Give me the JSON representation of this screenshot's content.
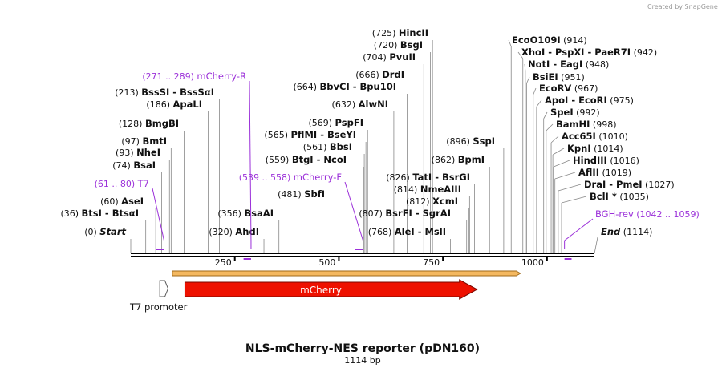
{
  "credit": "Created by SnapGene",
  "title": "NLS-mCherry-NES reporter (pDN160)",
  "subtitle": "1114 bp",
  "length": 1114,
  "ticks": [
    250,
    500,
    750,
    1000
  ],
  "start_label": {
    "pos": "(0)",
    "name": "Start"
  },
  "end_label": {
    "name": "End",
    "pos": "(1114)"
  },
  "left_sites": [
    {
      "pos": "(36)",
      "name": "BtsI",
      "name2": "BtsαI",
      "bp": 36
    },
    {
      "pos": "(60)",
      "name": "AseI",
      "bp": 60
    },
    {
      "pos": "(74)",
      "name": "BsaI",
      "bp": 74
    },
    {
      "pos": "(93)",
      "name": "NheI",
      "bp": 93
    },
    {
      "pos": "(97)",
      "name": "BmtI",
      "bp": 97
    },
    {
      "pos": "(128)",
      "name": "BmgBI",
      "bp": 128
    },
    {
      "pos": "(186)",
      "name": "ApaLI",
      "bp": 186
    },
    {
      "pos": "(213)",
      "name": "BssSI",
      "name2": "BssSαI",
      "bp": 213
    },
    {
      "pos": "(320)",
      "name": "AhdI",
      "bp": 320
    },
    {
      "pos": "(356)",
      "name": "BsaAI",
      "bp": 356
    },
    {
      "pos": "(481)",
      "name": "SbfI",
      "bp": 481
    },
    {
      "pos": "(559)",
      "name": "BtgI",
      "name2": "NcoI",
      "bp": 559
    },
    {
      "pos": "(561)",
      "name": "BbsI",
      "bp": 561
    },
    {
      "pos": "(565)",
      "name": "PflMI",
      "name2": "BseYI",
      "bp": 565
    },
    {
      "pos": "(569)",
      "name": "PspFI",
      "bp": 569
    },
    {
      "pos": "(632)",
      "name": "AlwNI",
      "bp": 632
    },
    {
      "pos": "(664)",
      "name": "BbvCI",
      "name2": "Bpu10I",
      "bp": 664
    },
    {
      "pos": "(666)",
      "name": "DrdI",
      "bp": 666
    },
    {
      "pos": "(704)",
      "name": "PvuII",
      "bp": 704
    },
    {
      "pos": "(720)",
      "name": "BsgI",
      "bp": 720
    },
    {
      "pos": "(725)",
      "name": "HincII",
      "bp": 725
    }
  ],
  "mid_sites": [
    {
      "pos": "(768)",
      "name": "AleI",
      "name2": "MslI",
      "bp": 768
    },
    {
      "pos": "(807)",
      "name": "BsrFI",
      "name2": "SgrAI",
      "bp": 807
    },
    {
      "pos": "(812)",
      "name": "XcmI",
      "bp": 812
    },
    {
      "pos": "(814)",
      "name": "NmeAIII",
      "bp": 814
    },
    {
      "pos": "(826)",
      "name": "TatI",
      "name2": "BsrGI",
      "bp": 826
    },
    {
      "pos": "(862)",
      "name": "BpmI",
      "bp": 862
    },
    {
      "pos": "(896)",
      "name": "SspI",
      "bp": 896
    }
  ],
  "right_sites": [
    {
      "name": "EcoO109I",
      "pos": "(914)",
      "bp": 914
    },
    {
      "name": "XhoI",
      "name2": "PspXI",
      "name3": "PaeR7I",
      "pos": "(942)",
      "bp": 942
    },
    {
      "name": "NotI",
      "name2": "EagI",
      "pos": "(948)",
      "bp": 948
    },
    {
      "name": "BsiEI",
      "pos": "(951)",
      "bp": 951
    },
    {
      "name": "EcoRV",
      "pos": "(967)",
      "bp": 967
    },
    {
      "name": "ApoI",
      "name2": "EcoRI",
      "pos": "(975)",
      "bp": 975
    },
    {
      "name": "SpeI",
      "pos": "(992)",
      "bp": 992
    },
    {
      "name": "BamHI",
      "pos": "(998)",
      "bp": 998
    },
    {
      "name": "Acc65I",
      "pos": "(1010)",
      "bp": 1010
    },
    {
      "name": "KpnI",
      "pos": "(1014)",
      "bp": 1014
    },
    {
      "name": "HindIII",
      "pos": "(1016)",
      "bp": 1016
    },
    {
      "name": "AflII",
      "pos": "(1019)",
      "bp": 1019
    },
    {
      "name": "DraI",
      "name2": "PmeI",
      "pos": "(1027)",
      "bp": 1027
    },
    {
      "name": "BclI",
      "mark": "*",
      "pos": "(1035)",
      "bp": 1035
    }
  ],
  "primers": [
    {
      "range": "(61 .. 80)",
      "name": "T7",
      "bp_start": 61,
      "bp_end": 80
    },
    {
      "range": "(271 .. 289)",
      "name": "mCherry-R",
      "bp_start": 271,
      "bp_end": 289
    },
    {
      "range": "(539 .. 558)",
      "name": "mCherry-F",
      "bp_start": 539,
      "bp_end": 558
    },
    {
      "name": "BGH-rev",
      "range": "(1042 .. 1059)",
      "bp_start": 1042,
      "bp_end": 1059
    }
  ],
  "features": {
    "orf_bar": {
      "bp_start": 100,
      "bp_end": 936
    },
    "mcherry": {
      "name": "mCherry",
      "bp_start": 130,
      "bp_end": 832,
      "color": "#ee1100"
    },
    "t7_promoter": {
      "name": "T7 promoter",
      "bp_start": 62,
      "bp_end": 80
    }
  },
  "colors": {
    "primer": "#9b30d9",
    "orf": "#f4b860",
    "mcherry": "#ee1100"
  }
}
